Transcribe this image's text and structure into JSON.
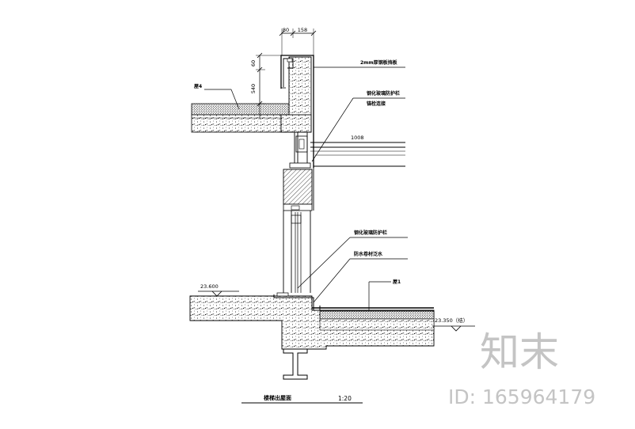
{
  "drawing": {
    "title": "楼梯出屋面",
    "scale": "1:20",
    "dimensions": {
      "top_w1": "80",
      "top_w2": "158",
      "h1": "60",
      "h2": "540",
      "right_len": "1008"
    },
    "labels": {
      "steel_plate": "2mm厚钢板挡板",
      "frame_upper": "钢化玻璃防护栏",
      "frame_lower": "锚栓连接",
      "roof_upper": "屋4",
      "sill_upper": "钢化玻璃防护栏",
      "sill_lower": "防水卷材泛水",
      "roof_lower": "屋1"
    },
    "elevations": {
      "left": "23.600",
      "right": "23.350（结）"
    }
  },
  "watermark": {
    "brand": "知末",
    "id_text": "ID: 165964179"
  }
}
